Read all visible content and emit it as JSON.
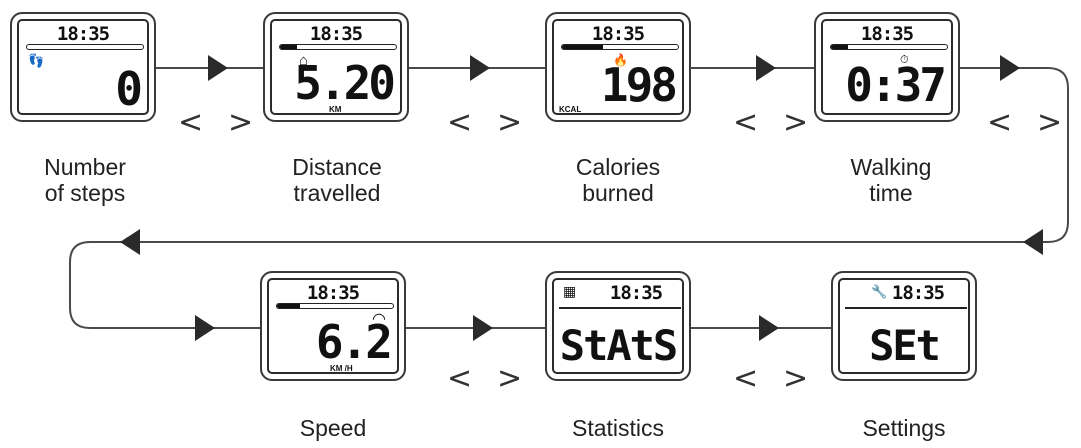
{
  "colors": {
    "line": "#4a4a4a",
    "arrow": "#2a2a2a",
    "lcd_text": "#111111"
  },
  "nav_glyphs": {
    "prev": "<",
    "next": ">"
  },
  "screens": [
    {
      "id": "steps",
      "time": "18:35",
      "value": "0",
      "unit": "",
      "icon": "footprint-icon",
      "icon_glyph": "👣",
      "progress": 0.0,
      "label": [
        "Number",
        "of steps"
      ]
    },
    {
      "id": "distance",
      "time": "18:35",
      "value": "5.20",
      "unit": "KM",
      "icon": "home-icon",
      "icon_glyph": "⌂",
      "progress": 0.15,
      "label": [
        "Distance",
        "travelled"
      ]
    },
    {
      "id": "calories",
      "time": "18:35",
      "value": "198",
      "unit": "KCAL",
      "icon": "flame-icon",
      "icon_glyph": "🔥",
      "progress": 0.35,
      "label": [
        "Calories",
        "burned"
      ]
    },
    {
      "id": "walking-time",
      "time": "18:35",
      "value": "0:37",
      "unit": "",
      "icon": "stopwatch-icon",
      "icon_glyph": "⏱",
      "progress": 0.15,
      "label": [
        "Walking",
        "time"
      ]
    },
    {
      "id": "speed",
      "time": "18:35",
      "value": "6.2",
      "unit": "KM /H",
      "icon": "speedometer-icon",
      "icon_glyph": "◠",
      "progress": 0.2,
      "label": [
        "Speed"
      ]
    },
    {
      "id": "statistics",
      "time": "18:35",
      "value": "StAtS",
      "unit": "",
      "icon": "calendar-icon",
      "icon_glyph": "▦",
      "progress": null,
      "label": [
        "Statistics"
      ]
    },
    {
      "id": "settings",
      "time": "18:35",
      "value": "SEt",
      "unit": "",
      "icon": "wrench-icon",
      "icon_glyph": "🔧",
      "progress": null,
      "label": [
        "Settings"
      ]
    }
  ]
}
